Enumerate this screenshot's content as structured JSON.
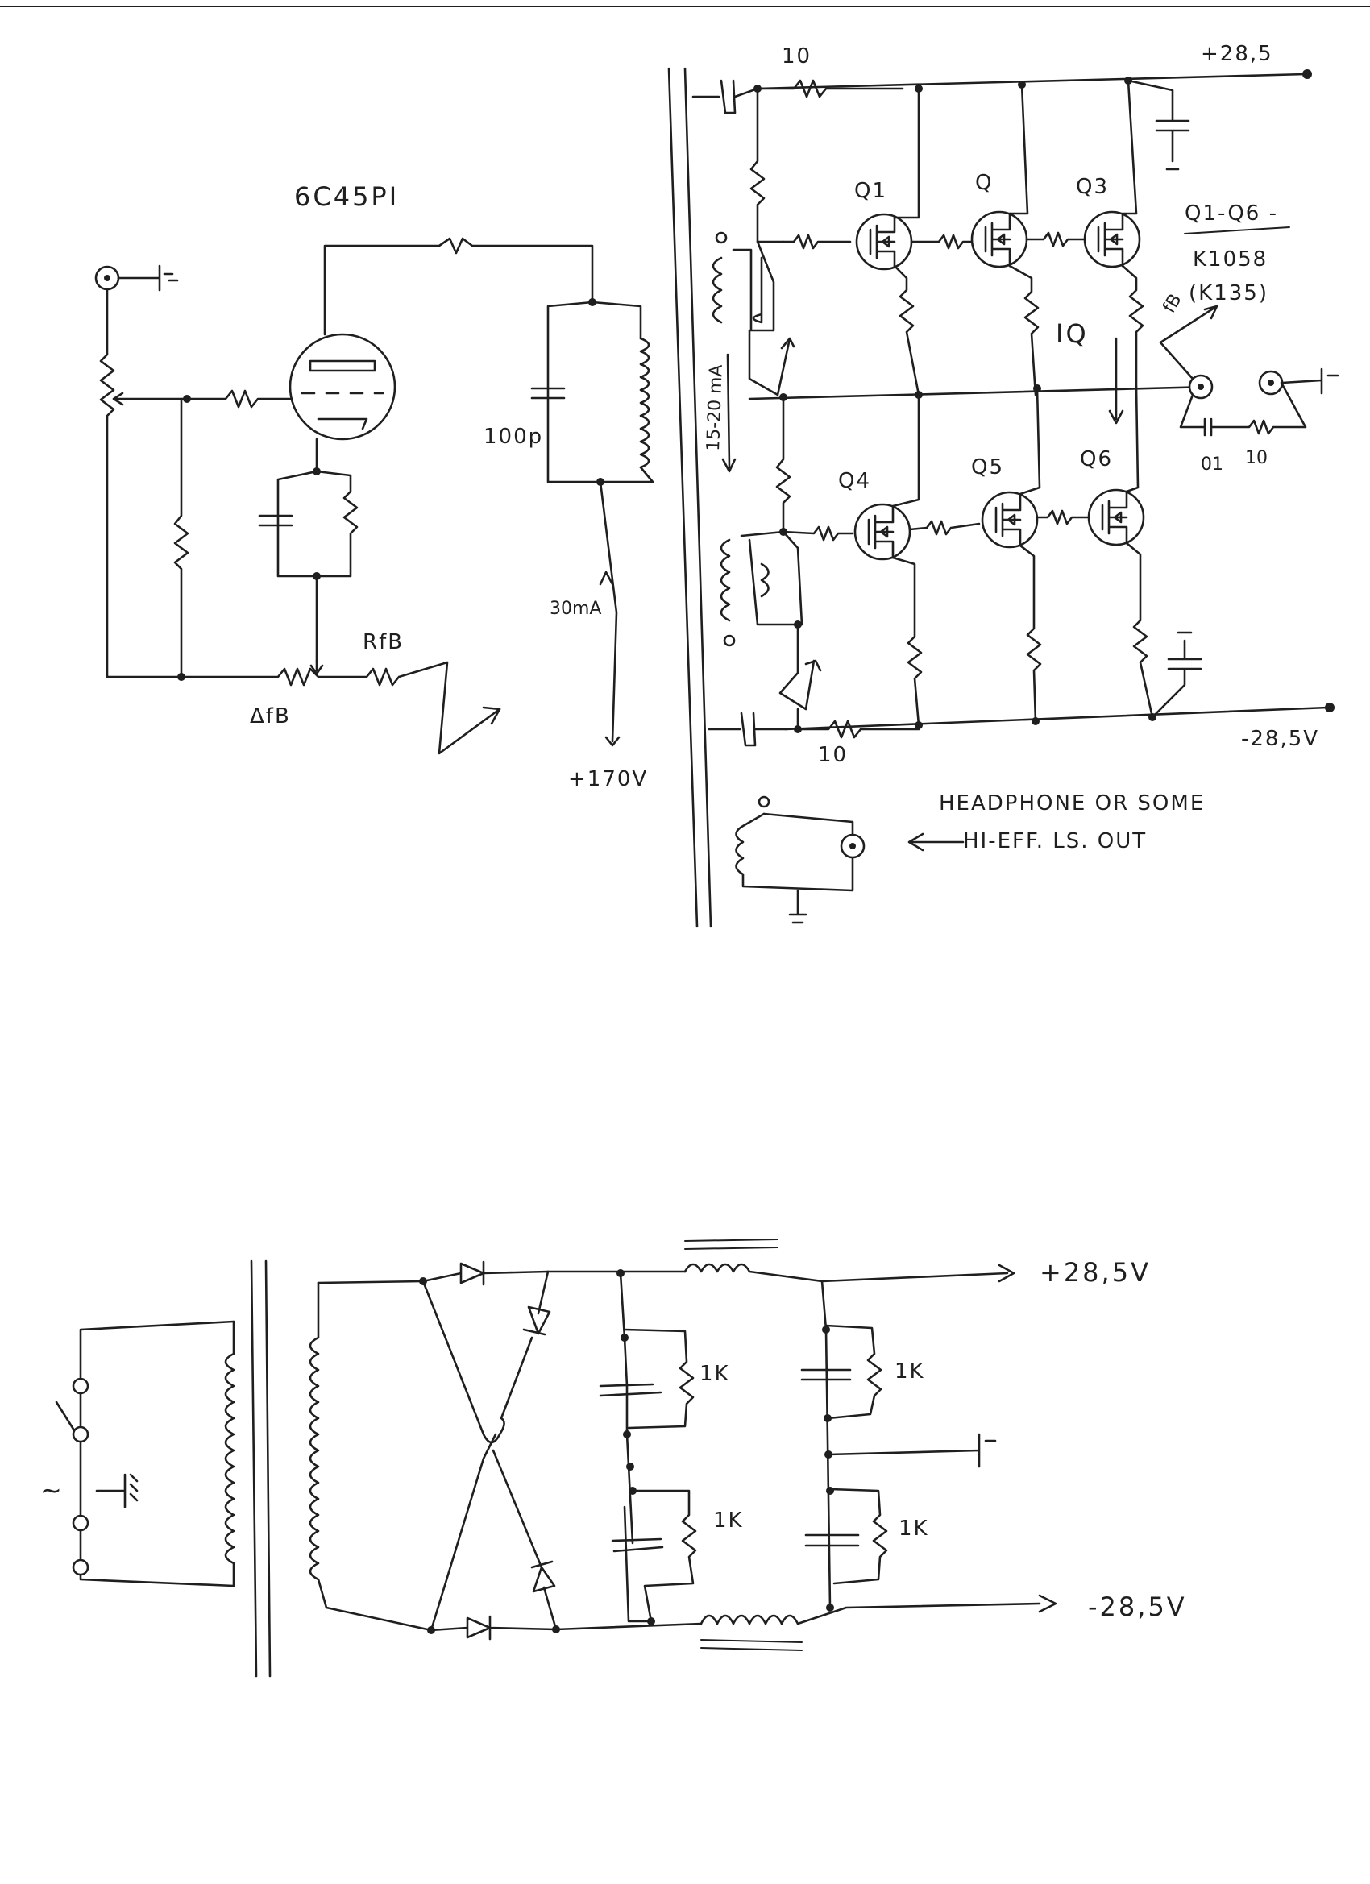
{
  "tube": {
    "label": "6C45PI",
    "plate_cap": "100p",
    "plate_current": "30mA",
    "plate_supply": "+170V",
    "fb_resistor": "RfB",
    "fb_pot": "ΔfB"
  },
  "output": {
    "supply_pos": "+28,5",
    "supply_neg": "-28,5V",
    "gate_r_top": "10",
    "gate_r_bottom": "10",
    "q_labels": [
      "Q1",
      "Q",
      "Q3",
      "Q4",
      "Q5",
      "Q6"
    ],
    "part_note_1": "Q1-Q6 -",
    "part_note_2": "K1058",
    "part_note_3": "(K135)",
    "iq": "IQ",
    "bias_range": "15-20 mA",
    "fb_tap": "fB",
    "zobel_c": "01",
    "zobel_r": "10",
    "headphone_1": "HEADPHONE OR SOME",
    "headphone_2": "HI-EFF. LS. OUT"
  },
  "psu": {
    "pos": "+28,5V",
    "neg": "-28,5V",
    "r1": "1K",
    "r2": "1K",
    "r3": "1K",
    "r4": "1K",
    "ac": "~"
  }
}
